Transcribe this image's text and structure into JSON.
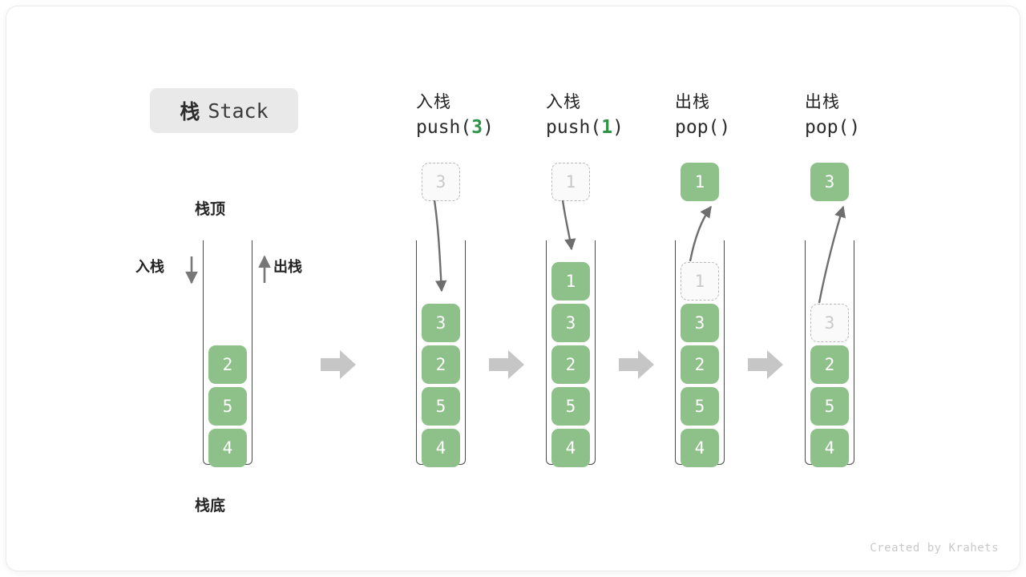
{
  "title": {
    "cn": "栈",
    "en": "Stack"
  },
  "labels": {
    "top": "栈顶",
    "bottom": "栈底",
    "push_side": "入栈",
    "pop_side": "出栈"
  },
  "colors": {
    "cell_green": "#8ec08a",
    "accent_green": "#2e9347",
    "ghost_border": "#b9b9b9",
    "ghost_fill": "#fafafa",
    "ghost_text": "#c9c9c9",
    "container_border": "#4b4b4b",
    "arrow_gray": "#6e6e6e",
    "separator_gray": "#c6c6c6",
    "title_chip_bg": "#e9e9ea"
  },
  "columns": [
    {
      "id": "initial",
      "head_line1": "",
      "head_line2": "",
      "head_arg": "",
      "stack": [
        "2",
        "5",
        "4"
      ],
      "floating": null,
      "ghost": null
    },
    {
      "id": "push-3",
      "head_line1": "入栈",
      "head_line2_prefix": "push(",
      "head_arg": "3",
      "head_line2_suffix": ")",
      "stack": [
        "3",
        "2",
        "5",
        "4"
      ],
      "floating": {
        "value": "3",
        "style": "ghost"
      },
      "ghost_index": null
    },
    {
      "id": "push-1",
      "head_line1": "入栈",
      "head_line2_prefix": "push(",
      "head_arg": "1",
      "head_line2_suffix": ")",
      "stack": [
        "1",
        "3",
        "2",
        "5",
        "4"
      ],
      "floating": {
        "value": "1",
        "style": "ghost"
      },
      "ghost_index": null
    },
    {
      "id": "pop-1",
      "head_line1": "出栈",
      "head_line2_prefix": "pop(",
      "head_arg": "",
      "head_line2_suffix": ")",
      "stack": [
        "1",
        "3",
        "2",
        "5",
        "4"
      ],
      "floating": {
        "value": "1",
        "style": "solid"
      },
      "ghost_index": 0
    },
    {
      "id": "pop-3",
      "head_line1": "出栈",
      "head_line2_prefix": "pop(",
      "head_arg": "",
      "head_line2_suffix": ")",
      "stack": [
        "3",
        "2",
        "5",
        "4"
      ],
      "floating": {
        "value": "3",
        "style": "solid"
      },
      "ghost_index": 0
    }
  ],
  "footer": "Created by Krahets"
}
